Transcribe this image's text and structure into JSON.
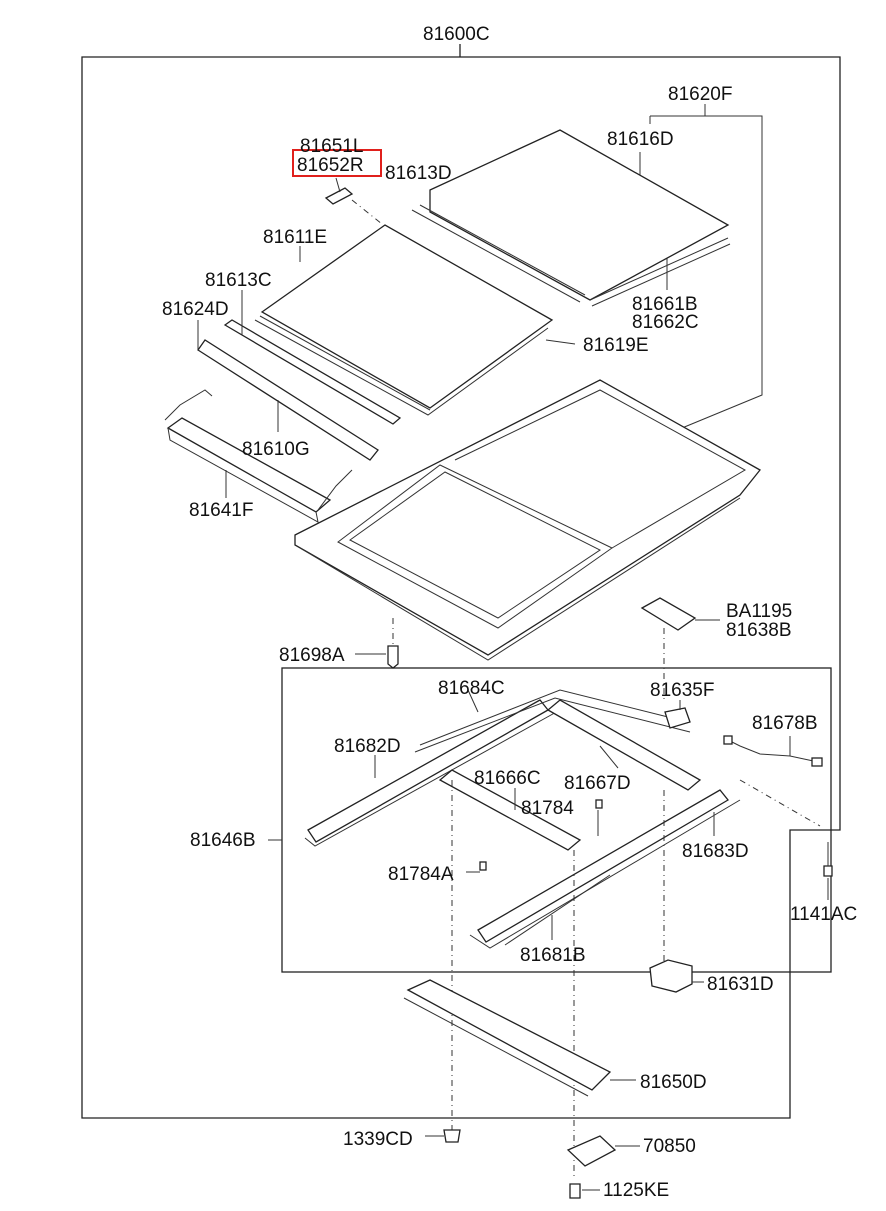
{
  "diagram": {
    "highlight_color": "#e0201c",
    "labels": {
      "main_assembly": "81600C",
      "glass_assembly": "81620F",
      "glass_panel": "81616D",
      "weatherstrip_left": "81651L",
      "weatherstrip_right": "81652R",
      "trim_strip_rear": "81613D",
      "deflector_panel": "81611E",
      "trim_strip_front": "81613C",
      "seal_front": "81624D",
      "side_molding_1": "81661B",
      "side_molding_2": "81662C",
      "seal_frame": "81619E",
      "frame_seal": "81610G",
      "wind_deflector": "81641F",
      "drain_hose": "81698A",
      "bracket_1": "BA1195",
      "bracket_2": "81638B",
      "cable": "81684C",
      "bracket_3": "81635F",
      "wiring": "81678B",
      "guide_rail": "81682D",
      "cross_bar_1": "81666C",
      "cross_bar_2": "81667D",
      "screw_1": "81784",
      "rail_assembly": "81646B",
      "screw_2": "81784A",
      "rail_right": "81683D",
      "bolt": "1141AC",
      "rail_left": "81681B",
      "motor": "81631D",
      "support_bar": "81650D",
      "nut": "1339CD",
      "bracket_4": "70850",
      "bolt_2": "1125KE"
    }
  }
}
